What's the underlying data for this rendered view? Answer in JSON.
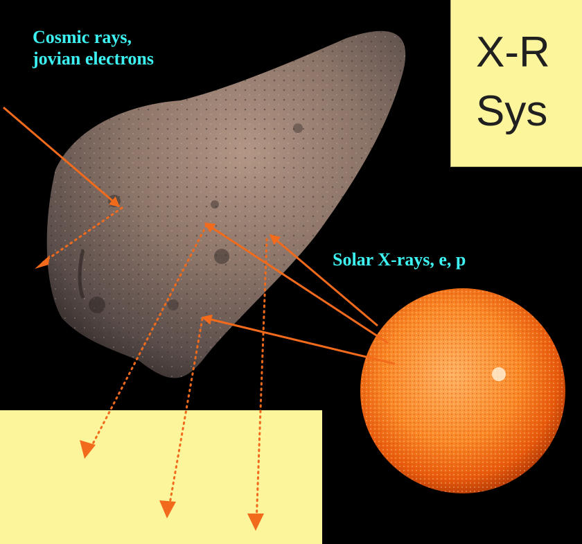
{
  "labels": {
    "cosmic_line1": "Cosmic rays,",
    "cosmic_line2": "jovian electrons",
    "solar": "Solar X-rays, e, p"
  },
  "title": {
    "line1": "X-R",
    "line2": "Sys"
  },
  "colors": {
    "background": "#fdf59b",
    "label_text": "#3df2f2",
    "arrow": "#f26a1b",
    "space": "#000000"
  }
}
